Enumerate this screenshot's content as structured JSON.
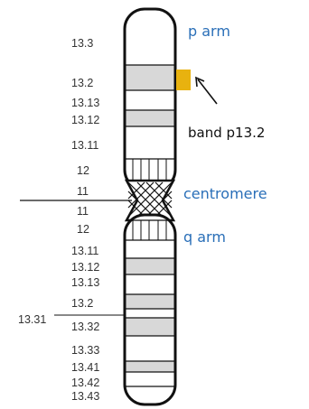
{
  "band_labels": [
    "13.3",
    "13.2",
    "13.13",
    "13.12",
    "13.11",
    "12",
    "11",
    "11",
    "12",
    "13.11",
    "13.12",
    "13.13",
    "13.2",
    "13.31",
    "13.32",
    "13.33",
    "13.41",
    "13.42",
    "13.43"
  ],
  "annotations": {
    "p_arm": "p arm",
    "band": "band p13.2",
    "centromere": "centromere",
    "q_arm": "q arm"
  },
  "colors": {
    "outline": "#111111",
    "gray_band": "#d8d8d8",
    "highlight": "#e8b20f",
    "annotation_blue": "#2a6fb8"
  }
}
